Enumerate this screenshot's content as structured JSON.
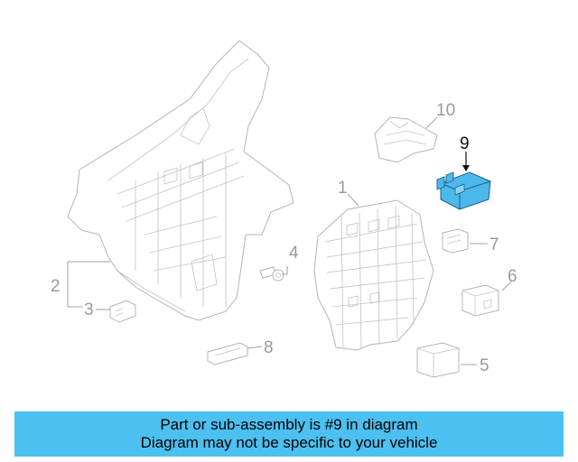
{
  "diagram": {
    "callouts": [
      {
        "id": "1",
        "label": "1",
        "highlighted": false
      },
      {
        "id": "2",
        "label": "2",
        "highlighted": false
      },
      {
        "id": "3",
        "label": "3",
        "highlighted": false
      },
      {
        "id": "4",
        "label": "4",
        "highlighted": false
      },
      {
        "id": "5",
        "label": "5",
        "highlighted": false
      },
      {
        "id": "6",
        "label": "6",
        "highlighted": false
      },
      {
        "id": "7",
        "label": "7",
        "highlighted": false
      },
      {
        "id": "8",
        "label": "8",
        "highlighted": false
      },
      {
        "id": "9",
        "label": "9",
        "highlighted": true
      },
      {
        "id": "10",
        "label": "10",
        "highlighted": false
      }
    ],
    "highlight_color": "#4cb8ec",
    "line_color": "#a6a6a6"
  },
  "banner": {
    "line1": "Part or sub-assembly is #9 in diagram",
    "line2": "Diagram may not be specific to your vehicle",
    "background": "#4cc0f0"
  }
}
